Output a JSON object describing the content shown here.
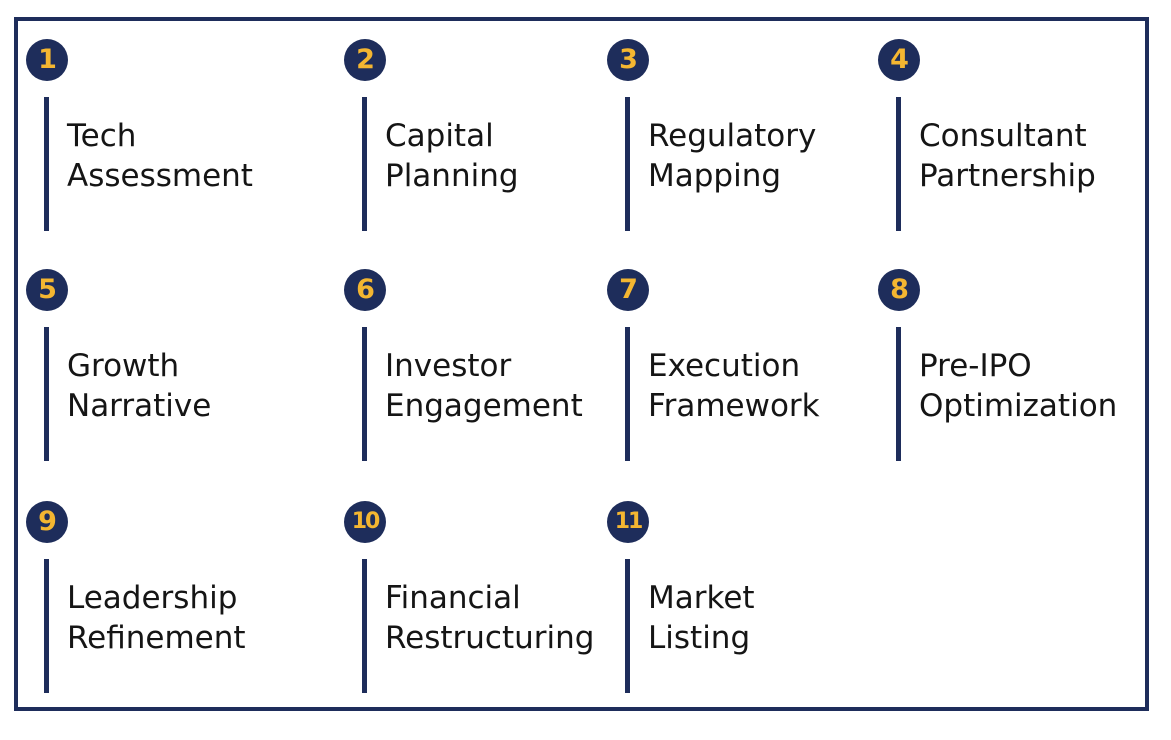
{
  "colors": {
    "navy": "#1e2d5b",
    "gold": "#f4b631",
    "text": "#151515"
  },
  "steps": [
    {
      "number": "1",
      "line1": "Tech",
      "line2": "Assessment"
    },
    {
      "number": "2",
      "line1": "Capital",
      "line2": "Planning"
    },
    {
      "number": "3",
      "line1": "Regulatory",
      "line2": "Mapping"
    },
    {
      "number": "4",
      "line1": "Consultant",
      "line2": "Partnership"
    },
    {
      "number": "5",
      "line1": "Growth",
      "line2": "Narrative"
    },
    {
      "number": "6",
      "line1": "Investor",
      "line2": "Engagement"
    },
    {
      "number": "7",
      "line1": "Execution",
      "line2": "Framework"
    },
    {
      "number": "8",
      "line1": "Pre-IPO",
      "line2": "Optimization"
    },
    {
      "number": "9",
      "line1": "Leadership",
      "line2": "Refinement"
    },
    {
      "number": "10",
      "line1": "Financial",
      "line2": "Restructuring"
    },
    {
      "number": "11",
      "line1": "Market",
      "line2": "Listing"
    }
  ]
}
